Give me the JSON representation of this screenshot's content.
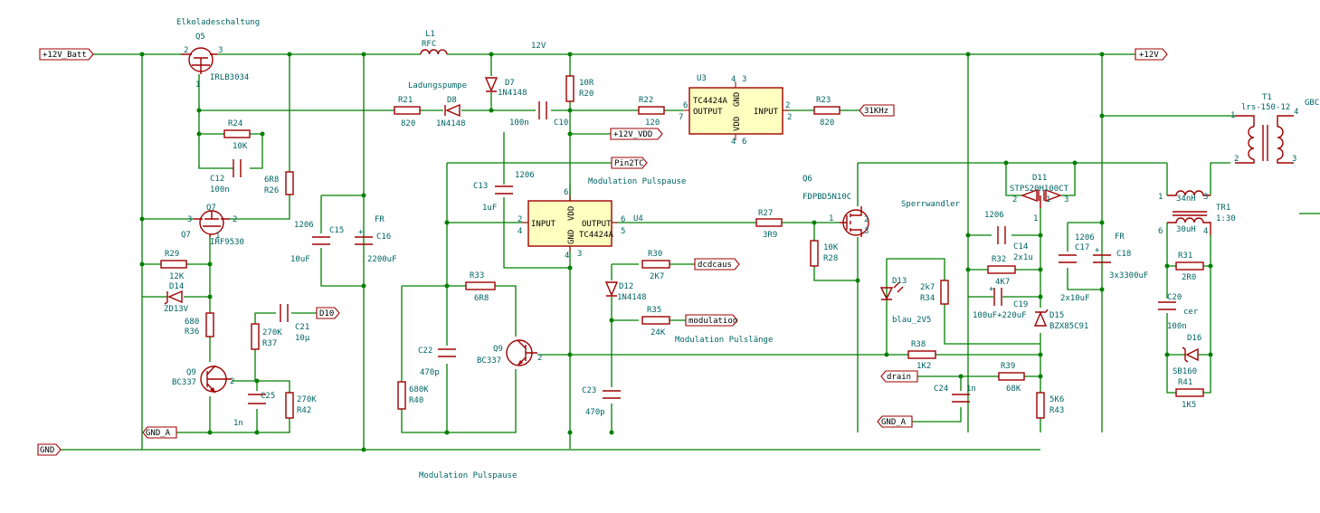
{
  "nets": {
    "vbatt": "+12V_Batt",
    "v12out": "+12V",
    "gnd": "GND",
    "gnd_a1": "GND_A",
    "gnd_a2": "GND_A",
    "v12": "12V",
    "khz": "31KHz",
    "vdd": "+12V_VDD",
    "pin2tc": "Pin2TC",
    "dcdcaus": "dcdcaus",
    "modulation": "modulation",
    "d10": "D10",
    "drain": "drain"
  },
  "titles": {
    "elko": "Elkoladeschaltung",
    "ladung": "Ladungspumpe",
    "modpuls": "Modulation Pulspause",
    "modlaenge": "Modulation Pulslänge",
    "sperr": "Sperrwandler",
    "bottom": "Modulation Pulspause"
  },
  "components": {
    "q5": {
      "ref": "Q5",
      "value": "IRLB3034",
      "p1": "1",
      "p2": "2",
      "p3": "3"
    },
    "q7": {
      "ref": "Q7",
      "value": "IRF9530",
      "p1": "1",
      "p2": "2",
      "p3": "3"
    },
    "q9a": {
      "ref": "Q9",
      "value": "BC337",
      "p2": "2"
    },
    "q9b": {
      "ref": "Q9",
      "value": "BC337",
      "p2": "2"
    },
    "q6": {
      "ref": "Q6",
      "value": "FDPBD5N10C",
      "p1": "1",
      "p2": "2",
      "p3": "3"
    },
    "l1": {
      "ref": "L1",
      "value": "RFC"
    },
    "r20": {
      "ref": "R20",
      "value": "10R"
    },
    "r21": {
      "ref": "R21",
      "value": "820"
    },
    "r22": {
      "ref": "R22",
      "value": "120"
    },
    "r23": {
      "ref": "R23",
      "value": "820"
    },
    "r24": {
      "ref": "R24",
      "value": "10K"
    },
    "r26": {
      "ref": "R26",
      "value": "6R8"
    },
    "r27": {
      "ref": "R27",
      "value": "3R9"
    },
    "r28": {
      "ref": "R28",
      "value": "10K"
    },
    "r29": {
      "ref": "R29",
      "value": "12K"
    },
    "r30": {
      "ref": "R30",
      "value": "2K7"
    },
    "r31": {
      "ref": "R31",
      "value": "2R0"
    },
    "r32": {
      "ref": "R32",
      "value": "4K7"
    },
    "r33": {
      "ref": "R33",
      "value": "6R8"
    },
    "r34": {
      "ref": "R34",
      "value": "2k7"
    },
    "r35": {
      "ref": "R35",
      "value": "24K"
    },
    "r36": {
      "ref": "R36",
      "value": "680"
    },
    "r37": {
      "ref": "R37",
      "value": "270K"
    },
    "r38": {
      "ref": "R38",
      "value": "1K2"
    },
    "r39": {
      "ref": "R39",
      "value": "68K"
    },
    "r40": {
      "ref": "R40",
      "value": "680K"
    },
    "r41": {
      "ref": "R41",
      "value": "1K5"
    },
    "r42": {
      "ref": "R42",
      "value": "270K"
    },
    "r43": {
      "ref": "R43",
      "value": "5K6"
    },
    "c10": {
      "ref": "C10",
      "value": "100n"
    },
    "c12": {
      "ref": "C12",
      "value": "100n"
    },
    "c13": {
      "ref": "C13",
      "value": "1uF",
      "size": "1206"
    },
    "c14": {
      "ref": "C14",
      "value": "2x1u",
      "size": "1206"
    },
    "c15": {
      "ref": "C15",
      "value": "10uF",
      "size": "1206"
    },
    "c16": {
      "ref": "C16",
      "value": "2200uF",
      "size": "FR"
    },
    "c17": {
      "ref": "C17",
      "value": "2x10uF",
      "size": "1206"
    },
    "c18": {
      "ref": "C18",
      "value": "3x3300uF",
      "size": "FR"
    },
    "c19": {
      "ref": "C19",
      "value": "100uF+220uF"
    },
    "c20": {
      "ref": "C20",
      "value": "100n",
      "extra": "cer"
    },
    "c21": {
      "ref": "C21",
      "value": "10µ"
    },
    "c22": {
      "ref": "C22",
      "value": "470p"
    },
    "c23": {
      "ref": "C23",
      "value": "470p"
    },
    "c24": {
      "ref": "C24",
      "value": "1n"
    },
    "c25": {
      "ref": "C25",
      "value": "1n"
    },
    "d7": {
      "ref": "D7",
      "value": "1N4148"
    },
    "d8": {
      "ref": "D8",
      "value": "1N4148"
    },
    "d11": {
      "ref": "D11",
      "value": "STPS20H100CT",
      "p1": "1",
      "p2": "2",
      "p3": "3"
    },
    "d12": {
      "ref": "D12",
      "value": "1N4148"
    },
    "d13": {
      "ref": "D13",
      "value": "blau_2V5"
    },
    "d14": {
      "ref": "D14",
      "value": "ZD13V"
    },
    "d15": {
      "ref": "D15",
      "value": "BZX85C91"
    },
    "d16": {
      "ref": "D16",
      "value": "SB160"
    },
    "t1": {
      "ref": "T1",
      "value": "lrs-150-12",
      "p1": "1",
      "p2": "2",
      "p3": "3",
      "p4": "4"
    },
    "tr1": {
      "ref": "TR1",
      "value": "1:30",
      "w1": "34nH",
      "w2": "30uH",
      "p1": "1",
      "p3": "3",
      "p4": "4",
      "p6": "6"
    },
    "gbc": "GBC"
  },
  "u3": {
    "ref": "U3",
    "part": "TC4424A",
    "pin_output": "OUTPUT",
    "pin_gnd": "GND",
    "pin_vdd": "VDD",
    "pin_input": "INPUT",
    "n2": "2",
    "n3": "3",
    "n4": "4",
    "n6": "6",
    "n7": "7"
  },
  "u4": {
    "ref": "U4",
    "part": "TC4424A",
    "pin_input": "INPUT",
    "pin_output": "OUTPUT",
    "pin_vdd": "VDD",
    "pin_gnd": "GND",
    "n2": "2",
    "n3": "3",
    "n4": "4",
    "n5": "5",
    "n6": "6"
  }
}
